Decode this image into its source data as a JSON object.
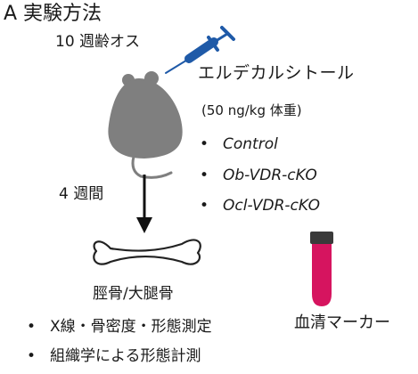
{
  "title": "A 実験方法",
  "mouse_age": "10 週齢オス",
  "treatment": {
    "drug": "エルデカルシトール",
    "dose": "(50 ng/kg 体重)"
  },
  "bullet_symbol": "•",
  "groups": [
    "Control",
    "Ob-VDR-cKO",
    "Ocl-VDR-cKO"
  ],
  "duration": "4 週間",
  "sample": "脛骨/大腿骨",
  "analyses": [
    "X線・骨密度・形態測定",
    "組織学による形態計測"
  ],
  "serum": "血清マーカー",
  "colors": {
    "syringe": "#1f5aa8",
    "mouse": "#7f7f7f",
    "bone_outline": "#222222",
    "blood": "#d6145f",
    "tube_cap": "#3a3a3a"
  },
  "icons": {
    "syringe": "syringe-icon",
    "mouse": "mouse-icon",
    "arrow": "arrow-down-icon",
    "bone": "bone-icon",
    "tube": "blood-tube-icon"
  }
}
